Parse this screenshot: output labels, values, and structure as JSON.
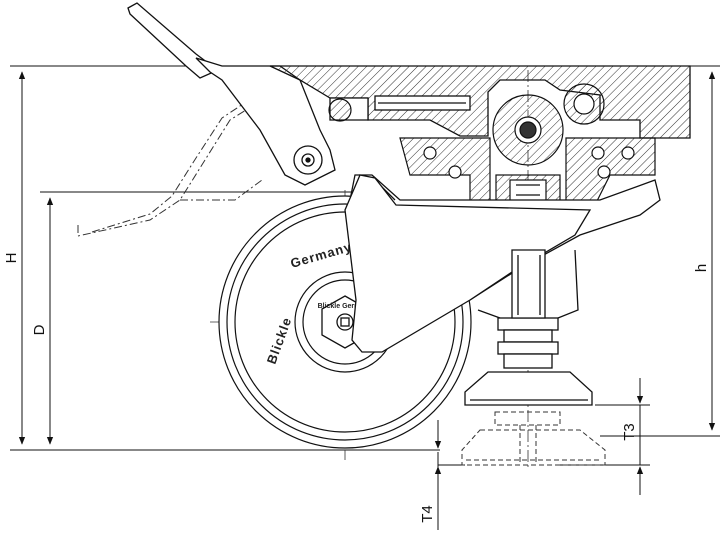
{
  "drawing": {
    "subject": "swivel castor with total-lock brake and levelling foot",
    "dimensions": {
      "H": "H",
      "D": "D",
      "h": "h",
      "T3": "T3",
      "T4": "T4"
    },
    "wheel_text": {
      "tyre_top": "Germany",
      "tyre_left": "Blickle",
      "hub": "Blickle Germany"
    }
  }
}
